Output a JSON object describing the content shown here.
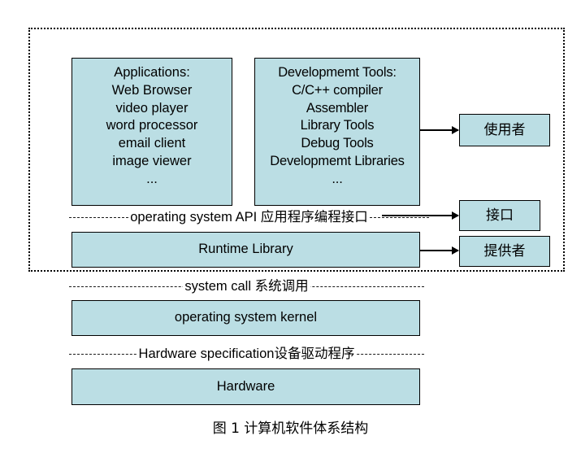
{
  "figure": {
    "caption": "图 1 计算机软件体系结构"
  },
  "layers": {
    "applications": {
      "lines": [
        "Applications:",
        "Web Browser",
        "video player",
        "word processor",
        "email client",
        "image viewer",
        "..."
      ]
    },
    "development_tools": {
      "lines": [
        "Developmemt Tools:",
        "C/C++ compiler",
        "Assembler",
        "Library Tools",
        "Debug Tools",
        "Developmemt Libraries",
        "..."
      ]
    },
    "runtime_library": {
      "label": "Runtime Library"
    },
    "os_kernel": {
      "label": "operating system kernel"
    },
    "hardware": {
      "label": "Hardware"
    }
  },
  "interfaces": {
    "api": {
      "label": "operating system API 应用程序编程接口"
    },
    "system_call": {
      "label": "system call 系统调用"
    },
    "hardware_spec": {
      "label": "Hardware specification设备驱动程序"
    }
  },
  "roles": {
    "user": {
      "label": "使用者"
    },
    "interface": {
      "label": "接口"
    },
    "provider": {
      "label": "提供者"
    }
  },
  "colors": {
    "box_fill": "#bbdee4",
    "box_border": "#000000",
    "background": "#ffffff",
    "text": "#000000"
  }
}
